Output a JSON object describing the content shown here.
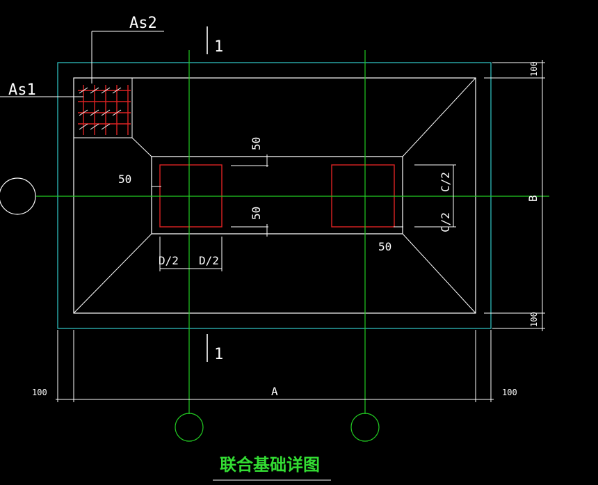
{
  "labels": {
    "as1": "As1",
    "as2": "As2",
    "section_mark_top": "1",
    "section_mark_bottom": "1",
    "dim_50_left": "50",
    "dim_50_top": "50",
    "dim_50_bottom": "50",
    "dim_50_right": "50",
    "dim_d2_left": "D/2",
    "dim_d2_right": "D/2",
    "dim_c2_top": "C/2",
    "dim_c2_bottom": "C/2",
    "dim_b": "B",
    "dim_100_top": "100",
    "dim_100_bottom": "100",
    "dim_100_left": "100",
    "dim_100_right": "100",
    "dim_a": "A",
    "title": "联合基础详图"
  },
  "colors": {
    "background": "#000000",
    "outline": "#ffffff",
    "outer_outline": "#33cccc",
    "axis": "#22cc22",
    "column": "#dd2222",
    "rebar": "#dd2222",
    "title": "#33dd33"
  }
}
